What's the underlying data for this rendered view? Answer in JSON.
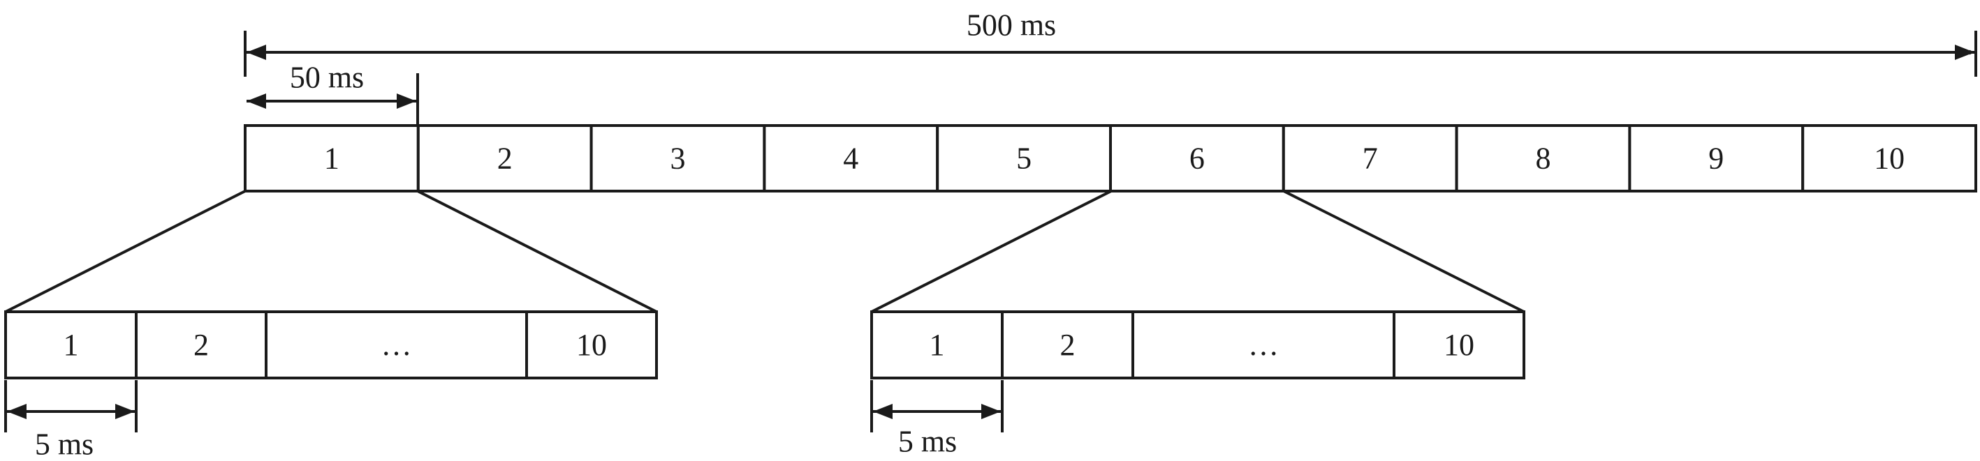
{
  "top_span_label": "500 ms",
  "slot_span_label": "50 ms",
  "top_row": [
    "1",
    "2",
    "3",
    "4",
    "5",
    "6",
    "7",
    "8",
    "9",
    "10"
  ],
  "sub_rows": [
    {
      "cells": [
        "1",
        "2",
        "…",
        "10"
      ],
      "span_label": "5 ms"
    },
    {
      "cells": [
        "1",
        "2",
        "…",
        "10"
      ],
      "span_label": "5 ms"
    }
  ]
}
